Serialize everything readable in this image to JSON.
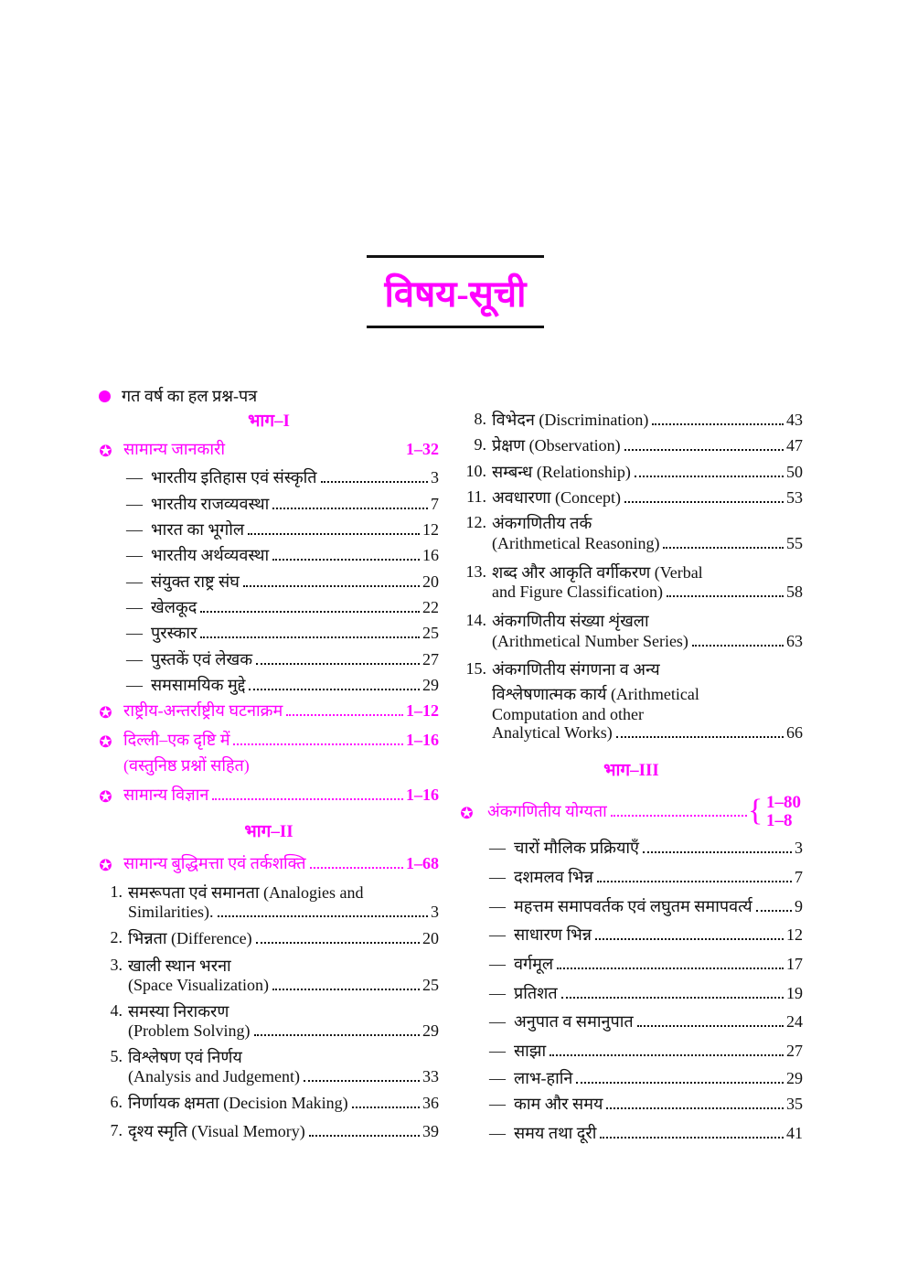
{
  "title": "विषय-सूची",
  "intro": "गत वर्ष का हल प्रश्न-पत्र",
  "colors": {
    "accent": "#ff00ff",
    "text": "#111111"
  },
  "left": [
    {
      "type": "part",
      "label": "भाग–I"
    },
    {
      "type": "section",
      "label": "सामान्य जानकारी",
      "page": "1–32",
      "leader": false
    },
    {
      "type": "sub",
      "label": "भारतीय इतिहास एवं संस्कृति",
      "page": "3"
    },
    {
      "type": "sub",
      "label": "भारतीय राजव्यवस्था",
      "page": "7"
    },
    {
      "type": "sub",
      "label": "भारत का भूगोल",
      "page": "12"
    },
    {
      "type": "sub",
      "label": "भारतीय अर्थव्यवस्था",
      "page": "16"
    },
    {
      "type": "sub",
      "label": "संयुक्त राष्ट्र संघ",
      "page": "20"
    },
    {
      "type": "sub",
      "label": "खेलकूद",
      "page": "22"
    },
    {
      "type": "sub",
      "label": "पुरस्कार",
      "page": "25"
    },
    {
      "type": "sub",
      "label": "पुस्तकें एवं लेखक",
      "page": "27"
    },
    {
      "type": "sub",
      "label": "समसामयिक मुद्दे",
      "page": "29"
    },
    {
      "type": "section",
      "label": "राष्ट्रीय-अन्तर्राष्ट्रीय घटनाक्रम",
      "page": "1–12"
    },
    {
      "type": "section",
      "label": "दिल्ली–एक दृष्टि में",
      "page": "1–16",
      "extra": "(वस्तुनिष्ठ प्रश्नों सहित)"
    },
    {
      "type": "section",
      "label": "सामान्य विज्ञान",
      "page": "1–16"
    },
    {
      "type": "part",
      "label": "भाग–II"
    },
    {
      "type": "section",
      "label": "सामान्य बुद्धिमत्ता एवं तर्कशक्ति",
      "page": "1–68"
    },
    {
      "type": "num",
      "num": "1.",
      "lines": [
        "समरूपता एवं समानता (Analogies and",
        "Similarities)."
      ],
      "page": "3"
    },
    {
      "type": "num",
      "num": "2.",
      "lines": [
        "भिन्नता (Difference)"
      ],
      "page": "20"
    },
    {
      "type": "num",
      "num": "3.",
      "lines": [
        "खाली स्थान भरना",
        "(Space Visualization)"
      ],
      "page": "25"
    },
    {
      "type": "num",
      "num": "4.",
      "lines": [
        "समस्या निराकरण",
        "(Problem Solving)"
      ],
      "page": "29"
    },
    {
      "type": "num",
      "num": "5.",
      "lines": [
        "विश्लेषण एवं निर्णय",
        "(Analysis and Judgement)"
      ],
      "page": "33"
    },
    {
      "type": "num",
      "num": "6.",
      "lines": [
        "निर्णायक क्षमता (Decision Making)"
      ],
      "page": "36"
    },
    {
      "type": "num",
      "num": "7.",
      "lines": [
        "दृश्य स्मृति (Visual Memory)"
      ],
      "page": "39"
    }
  ],
  "right": [
    {
      "type": "num",
      "num": "8.",
      "lines": [
        "विभेदन (Discrimination)"
      ],
      "page": "43"
    },
    {
      "type": "num",
      "num": "9.",
      "lines": [
        "प्रेक्षण (Observation)"
      ],
      "page": "47"
    },
    {
      "type": "num",
      "num": "10.",
      "lines": [
        "सम्बन्ध (Relationship)"
      ],
      "page": "50"
    },
    {
      "type": "num",
      "num": "11.",
      "lines": [
        "अवधारणा (Concept)"
      ],
      "page": "53"
    },
    {
      "type": "num",
      "num": "12.",
      "lines": [
        "अंकगणितीय तर्क",
        "(Arithmetical Reasoning)"
      ],
      "page": "55"
    },
    {
      "type": "num",
      "num": "13.",
      "lines": [
        "शब्द और आकृति वर्गीकरण (Verbal",
        "and Figure Classification)"
      ],
      "page": "58"
    },
    {
      "type": "num",
      "num": "14.",
      "lines": [
        "अंकगणितीय संख्या शृंखला",
        "(Arithmetical Number Series)"
      ],
      "page": "63"
    },
    {
      "type": "num",
      "num": "15.",
      "lines": [
        "अंकगणितीय संगणना व अन्य",
        "विश्लेषणात्मक कार्य (Arithmetical",
        "Computation and other",
        "Analytical Works)"
      ],
      "page": "66"
    },
    {
      "type": "part",
      "label": "भाग–III"
    },
    {
      "type": "section",
      "label": "अंकगणितीय योग्यता",
      "pages": [
        "1–80",
        "1–8"
      ]
    },
    {
      "type": "sub",
      "label": "चारों मौलिक प्रक्रियाएँ",
      "page": "3"
    },
    {
      "type": "sub",
      "label": "दशमलव भिन्न",
      "page": "7"
    },
    {
      "type": "sub",
      "label": "महत्तम समापवर्तक एवं लघुतम समापवर्त्य",
      "page": "9"
    },
    {
      "type": "sub",
      "label": "साधारण भिन्न",
      "page": "12"
    },
    {
      "type": "sub",
      "label": "वर्गमूल",
      "page": "17"
    },
    {
      "type": "sub",
      "label": "प्रतिशत",
      "page": "19"
    },
    {
      "type": "sub",
      "label": "अनुपात व समानुपात",
      "page": "24"
    },
    {
      "type": "sub",
      "label": "साझा",
      "page": "27"
    },
    {
      "type": "sub",
      "label": "लाभ-हानि",
      "page": "29"
    },
    {
      "type": "sub",
      "label": "काम और समय",
      "page": "35"
    },
    {
      "type": "sub",
      "label": "समय तथा दूरी",
      "page": "41"
    }
  ]
}
